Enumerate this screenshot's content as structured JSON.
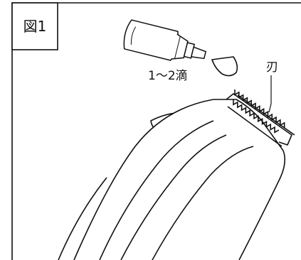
{
  "figure": {
    "label": "図1",
    "callouts": {
      "drops": "1〜2滴",
      "blade": "刃"
    }
  },
  "colors": {
    "line": "#111111",
    "background": "#ffffff"
  },
  "icons": [
    "oil-bottle-icon",
    "oil-drop-icon",
    "hair-clipper-illustration"
  ]
}
